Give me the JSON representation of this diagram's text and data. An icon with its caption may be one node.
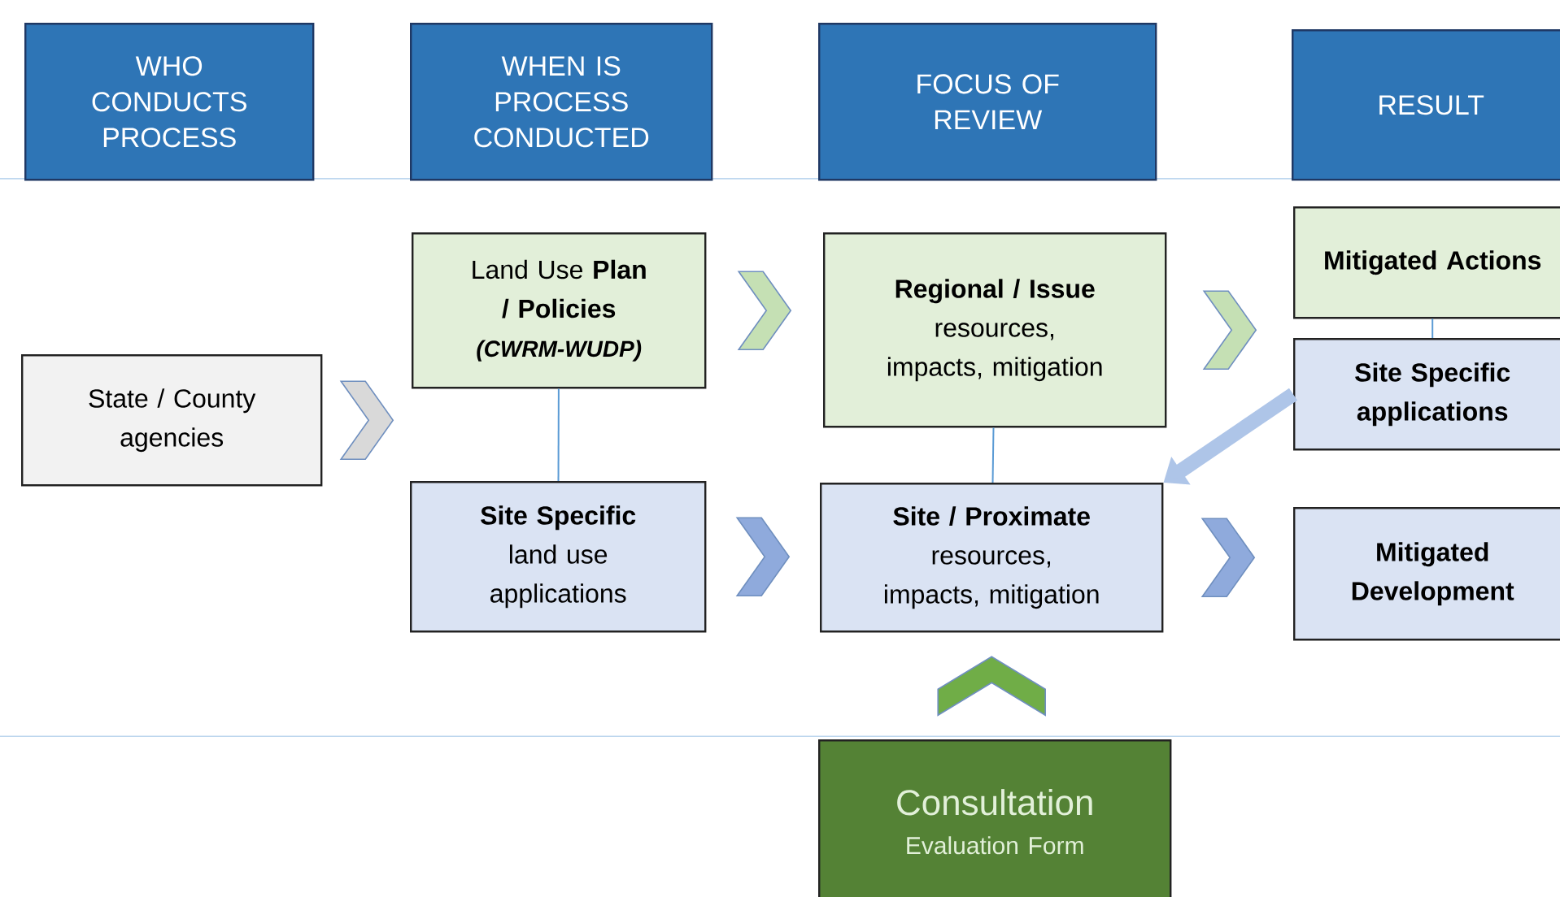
{
  "diagram": {
    "nodes": [
      {
        "text": [
          "WHO CONDUCTS PROCESS"
        ]
      },
      {
        "text": [
          "WHEN IS PROCESS CONDUCTED"
        ]
      },
      {
        "text": [
          "FOCUS OF REVIEW"
        ]
      },
      {
        "text": [
          "RESULT"
        ]
      },
      {
        "text": [
          "State / County agencies"
        ]
      },
      {
        "text": [
          "Land Use **Plan / Policies**",
          "(CWRM-WUDP)"
        ]
      },
      {
        "text": [
          "Site Specific",
          "land use applications"
        ]
      },
      {
        "text": [
          "Regional / Issue",
          "resources, impacts, mitigation"
        ]
      },
      {
        "text": [
          "Site / Proximate",
          "resources, impacts, mitigation"
        ]
      },
      {
        "text": [
          "Mitigated Actions"
        ]
      },
      {
        "text": [
          "Site Specific applications"
        ]
      },
      {
        "text": [
          "Mitigated Development"
        ]
      },
      {
        "text": [
          "Consultation",
          "Evaluation Form"
        ]
      }
    ],
    "edges": [
      {
        "from": 4,
        "to": 5,
        "arrow": "to",
        "color": "#d9d9d9"
      },
      {
        "from": 4,
        "to": 6,
        "arrow": "to",
        "color": "#d9d9d9"
      },
      {
        "from": 5,
        "to": 7,
        "arrow": "to",
        "color": "#c5e0b4"
      },
      {
        "from": 6,
        "to": 8,
        "arrow": "to",
        "color": "#8faadc"
      },
      {
        "from": 7,
        "to": 9,
        "arrow": "to",
        "color": "#c5e0b4"
      },
      {
        "from": 8,
        "to": 11,
        "arrow": "to",
        "color": "#8faadc"
      },
      {
        "from": 5,
        "to": 6,
        "arrow": "none"
      },
      {
        "from": 7,
        "to": 8,
        "arrow": "none"
      },
      {
        "from": 9,
        "to": 10,
        "arrow": "none"
      },
      {
        "from": 10,
        "to": 8,
        "arrow": "to",
        "style": "thick",
        "color": "#aec5e8"
      },
      {
        "from": 12,
        "to": 8,
        "arrow": "to",
        "color": "#70ad47"
      }
    ]
  }
}
